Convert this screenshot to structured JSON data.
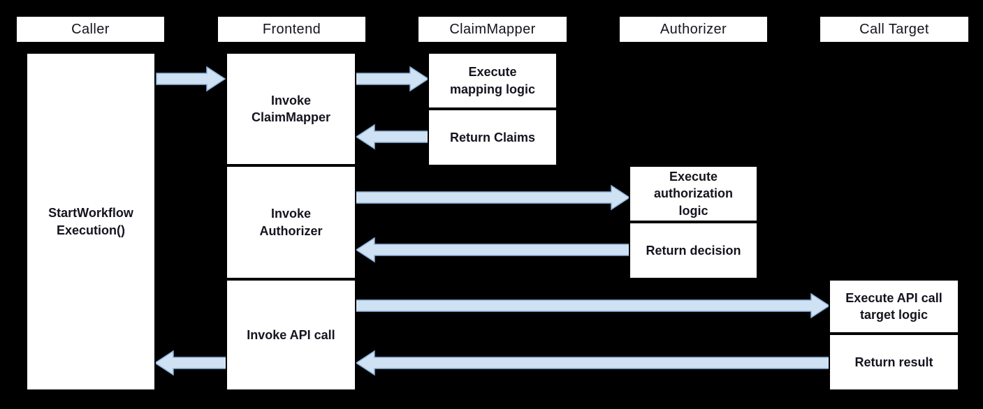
{
  "lanes": [
    "Caller",
    "Frontend",
    "ClaimMapper",
    "Authorizer",
    "Call Target"
  ],
  "boxes": {
    "start_workflow": "StartWorkflow\nExecution()",
    "invoke_claimmapper": "Invoke\nClaimMapper",
    "invoke_authorizer": "Invoke\nAuthorizer",
    "invoke_api_call": "Invoke API call",
    "execute_mapping_logic": "Execute\nmapping logic",
    "return_claims": "Return Claims",
    "execute_authorization_logic": "Execute\nauthorization\nlogic",
    "return_decision": "Return decision",
    "execute_api_target_logic": "Execute API call\ntarget logic",
    "return_result": "Return result"
  },
  "arrows": [
    {
      "name": "arrow-caller-to-frontend",
      "from": "Caller",
      "to": "Frontend",
      "direction": "right"
    },
    {
      "name": "arrow-frontend-to-claimmapper",
      "from": "Frontend",
      "to": "ClaimMapper",
      "direction": "right"
    },
    {
      "name": "arrow-claimmapper-to-frontend",
      "from": "ClaimMapper",
      "to": "Frontend",
      "direction": "left"
    },
    {
      "name": "arrow-frontend-to-authorizer",
      "from": "Frontend",
      "to": "Authorizer",
      "direction": "right"
    },
    {
      "name": "arrow-authorizer-to-frontend",
      "from": "Authorizer",
      "to": "Frontend",
      "direction": "left"
    },
    {
      "name": "arrow-frontend-to-calltarget",
      "from": "Frontend",
      "to": "Call Target",
      "direction": "right"
    },
    {
      "name": "arrow-calltarget-to-frontend",
      "from": "Call Target",
      "to": "Frontend",
      "direction": "left"
    },
    {
      "name": "arrow-frontend-to-caller",
      "from": "Frontend",
      "to": "Caller",
      "direction": "left"
    }
  ],
  "colors": {
    "background": "#000000",
    "box_fill": "#ffffff",
    "box_border": "#000000",
    "text": "#14141f",
    "arrow_fill": "#cfe2f3",
    "arrow_stroke": "#8db3d9"
  }
}
